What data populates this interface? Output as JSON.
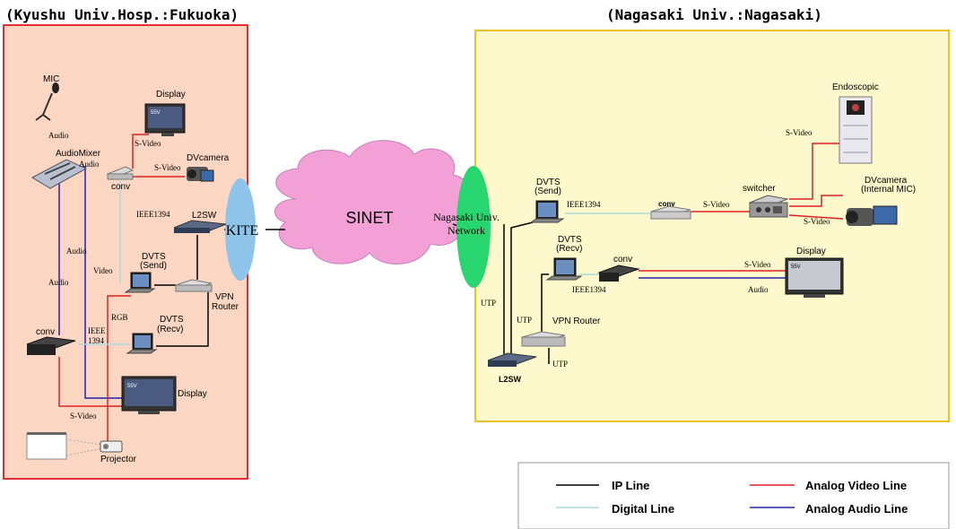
{
  "regions": {
    "fukuoka_title": "(Kyushu Univ.Hosp.:Fukuoka)",
    "nagasaki_title": "(Nagasaki Univ.:Nagasaki)"
  },
  "colors": {
    "ip_line": "#000000",
    "digital_line": "#a8dcdc",
    "video_line": "#e02020",
    "audio_line": "#2222aa",
    "fukuoka_bg": "#fbd7c3",
    "fukuoka_border": "#e03030",
    "nagasaki_bg": "#fdf9cc",
    "nagasaki_border": "#f0c020",
    "cloud": "#f3a0d6",
    "kite_ellipse": "#8ec4ea",
    "nagasaki_ellipse": "#28d670"
  },
  "network": {
    "cloud_label": "SINET",
    "kite_label": "KITE",
    "nagasaki_net_line1": "Nagasaki Univ.",
    "nagasaki_net_line2": "Network"
  },
  "fukuoka": {
    "mic": "MIC",
    "display_top": "Display",
    "display_badge": "55V",
    "audio_mixer": "AudioMixer",
    "conv_top": "conv",
    "dvcamera": "DVcamera",
    "l2sw": "L2SW",
    "dvts_send_1": "DVTS",
    "dvts_send_2": "(Send)",
    "vpn_router_1": "VPN",
    "vpn_router_2": "Router",
    "dvts_recv_1": "DVTS",
    "dvts_recv_2": "(Recv)",
    "conv_bottom": "conv",
    "display_bottom": "Display",
    "projector": "Projector",
    "labels": {
      "audio_1": "Audio",
      "audio_2": "Audio",
      "s_video_1": "S-Video",
      "s_video_2": "S-Video",
      "ieee1394": "IEEE1394",
      "audio_3": "Audio",
      "video": "Video",
      "audio_4": "Audio",
      "rgb": "RGB",
      "ieee_1": "IEEE",
      "ieee_2": "1394",
      "s_video_3": "S-Video"
    }
  },
  "nagasaki": {
    "endoscopic": "Endoscopic",
    "dvts_send_1": "DVTS",
    "dvts_send_2": "(Send)",
    "conv_top": "conv",
    "switcher": "switcher",
    "dvcamera_1": "DVcamera",
    "dvcamera_2": "(Internal MIC)",
    "dvts_recv_1": "DVTS",
    "dvts_recv_2": "(Recv)",
    "conv_bottom": "conv",
    "display": "Display",
    "display_badge": "55V",
    "vpn_router": "VPN Router",
    "l2sw": "L2SW",
    "labels": {
      "s_video_endo": "S-Video",
      "ieee1394_top": "IEEE1394",
      "s_video_conv": "S-Video",
      "s_video_cam": "S-Video",
      "s_video_disp": "S-Video",
      "ieee1394_bottom": "IEEE1394",
      "audio": "Audio",
      "utp_1": "UTP",
      "utp_2": "UTP",
      "utp_3": "UTP"
    }
  },
  "legend": {
    "ip_line": "IP Line",
    "digital_line": "Digital Line",
    "video_line": "Analog Video Line",
    "audio_line": "Analog Audio Line"
  }
}
